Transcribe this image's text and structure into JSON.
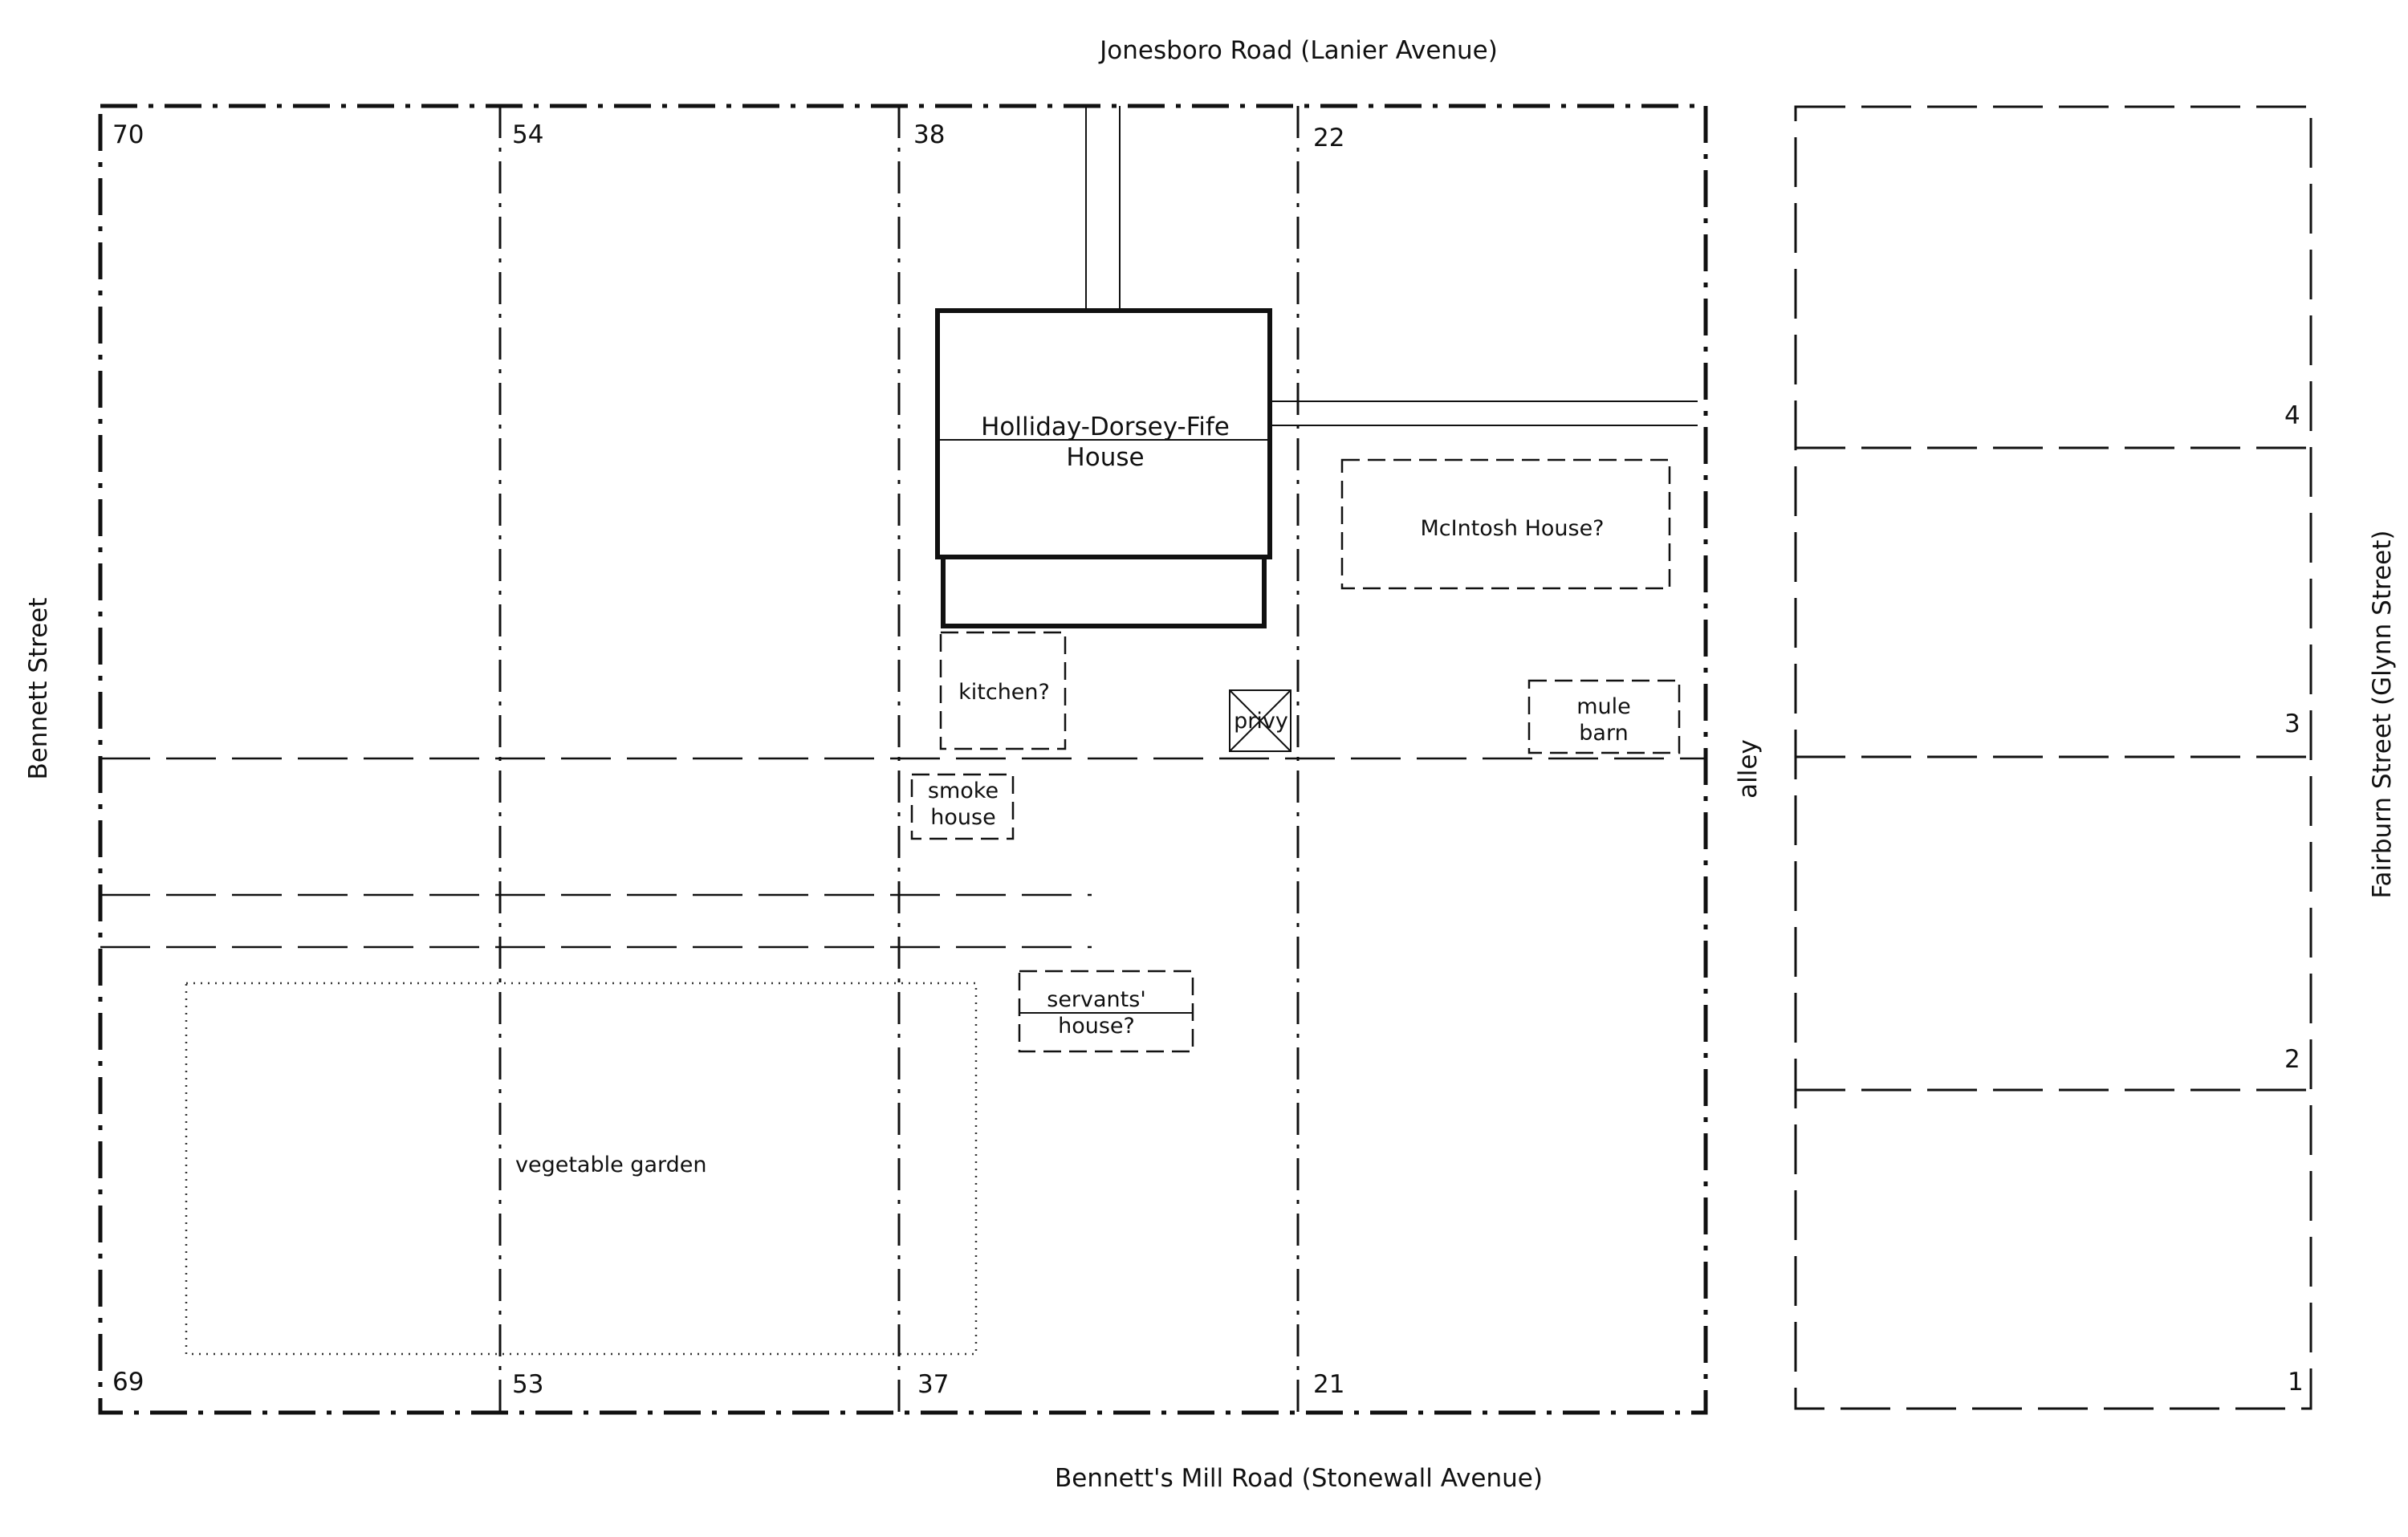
{
  "streets": {
    "north": "Jonesboro Road (Lanier Avenue)",
    "south": "Bennett's Mill Road (Stonewall Avenue)",
    "west": "Bennett Street",
    "east": "Fairburn Street (Glynn Street)",
    "alley": "alley"
  },
  "lots": {
    "l70": "70",
    "l54": "54",
    "l38": "38",
    "l22": "22",
    "l69": "69",
    "l53": "53",
    "l37": "37",
    "l21": "21",
    "l4": "4",
    "l3": "3",
    "l2": "2",
    "l1": "1"
  },
  "buildings": {
    "main_house_line1": "Holliday-Dorsey-Fife",
    "main_house_line2": "House",
    "mcintosh": "McIntosh House?",
    "kitchen": "kitchen?",
    "privy": "privy",
    "mule_barn_line1": "mule",
    "mule_barn_line2": "barn",
    "smoke_house_line1": "smoke",
    "smoke_house_line2": "house",
    "servants_line1": "servants'",
    "servants_line2": "house?",
    "garden": "vegetable garden"
  },
  "colors": {
    "ink": "#111111",
    "background": "#ffffff"
  }
}
